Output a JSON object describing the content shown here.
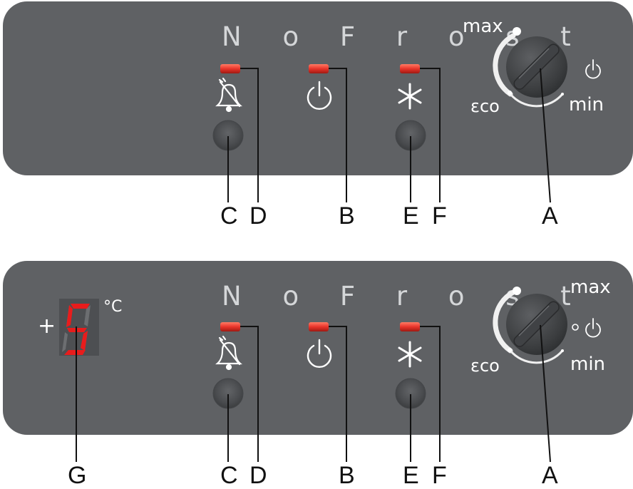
{
  "brand": "N o F r o s t",
  "dial": {
    "max_label": "max",
    "min_label": "min",
    "eco_label": "εco"
  },
  "display": {
    "plus_sign": "+",
    "digit_value": "5",
    "unit_label": "°C"
  },
  "callouts": {
    "a": "A",
    "b": "B",
    "c": "C",
    "d": "D",
    "e": "E",
    "f": "F",
    "g": "G"
  },
  "colors": {
    "panel": "#5f6164",
    "led_red": "#e8342a",
    "digit_red": "#e81c1c",
    "leader_line": "#111111"
  },
  "icons": {
    "alarm_off": "alarm-bell-slash-icon",
    "power": "power-icon",
    "super_freeze": "snowflake-star-icon",
    "rotary_knob": "temperature-knob"
  }
}
